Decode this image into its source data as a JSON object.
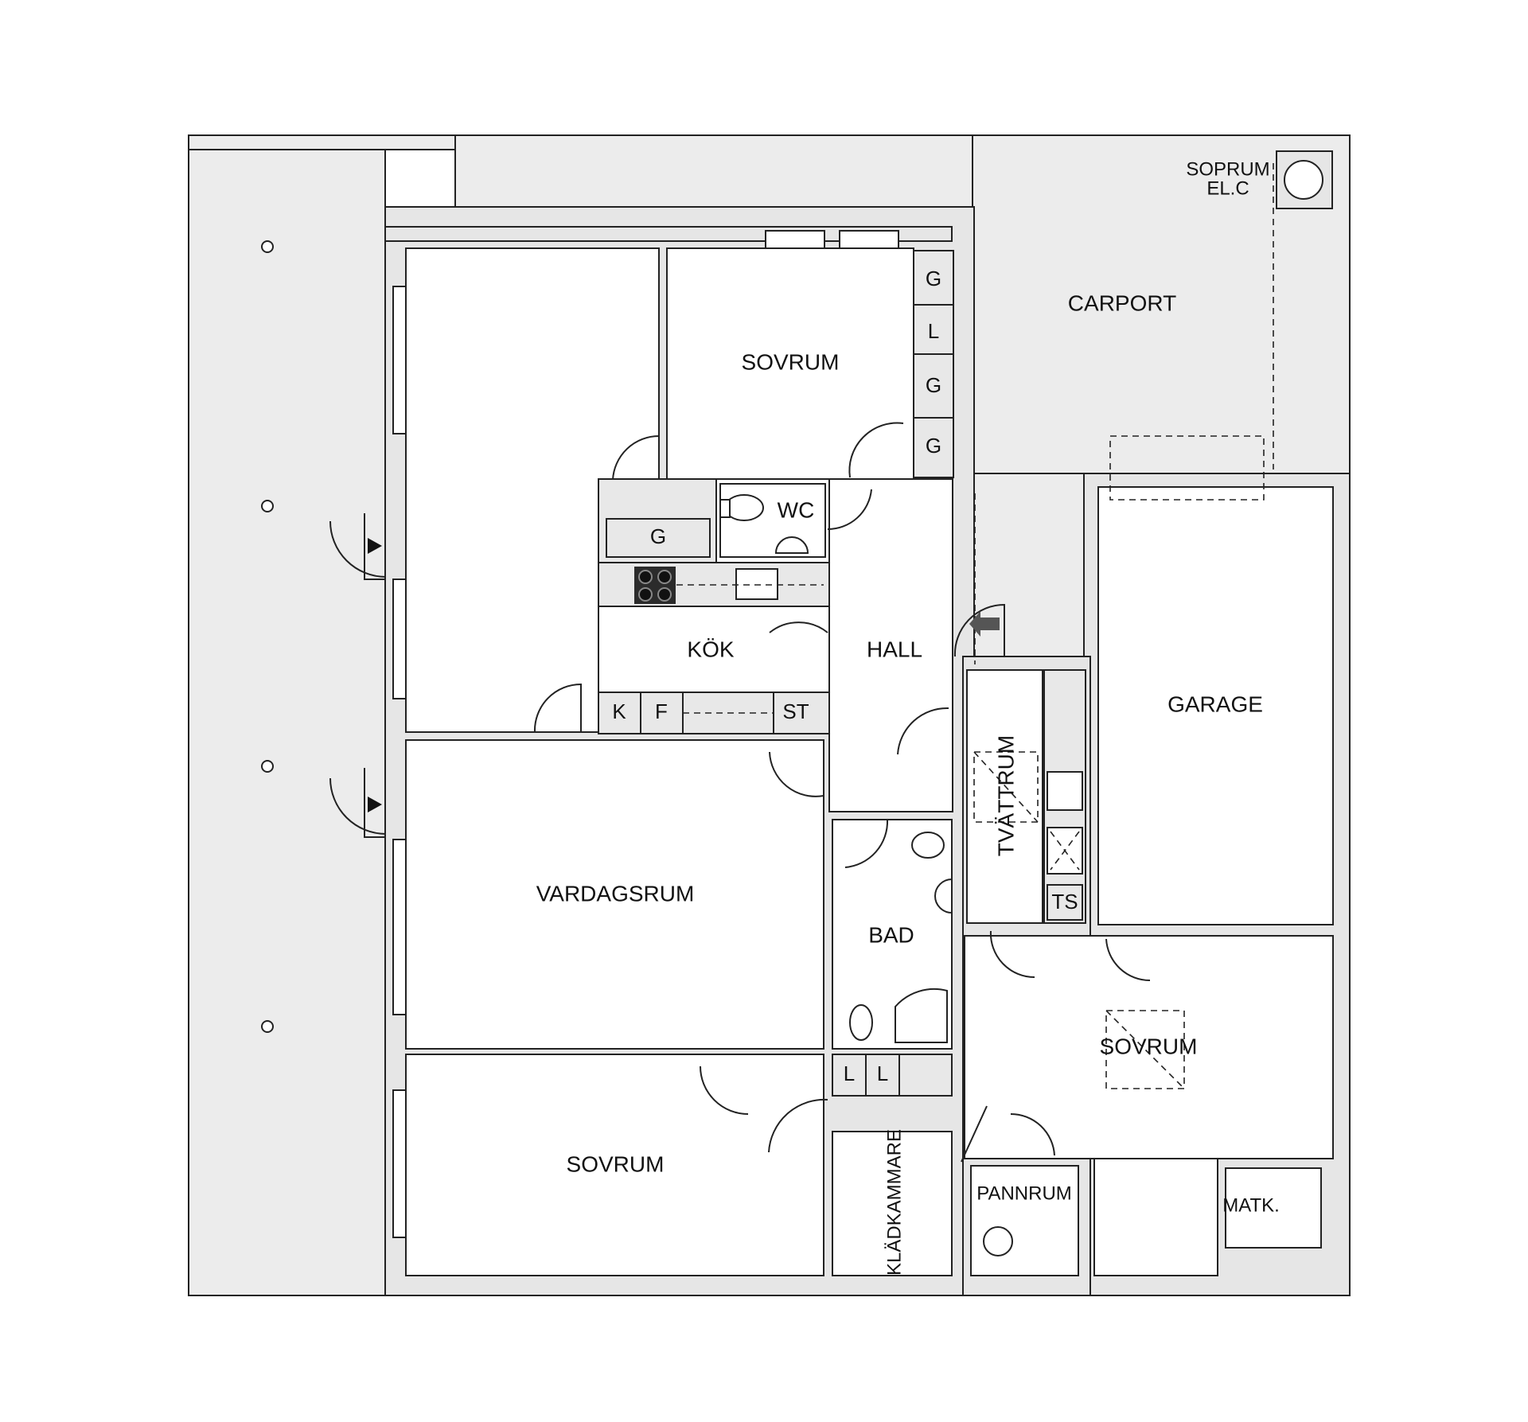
{
  "rooms": {
    "sovrum_top": "SOVRUM",
    "wc": "WC",
    "kok": "KÖK",
    "hall": "HALL",
    "vardagsrum": "VARDAGSRUM",
    "bad": "BAD",
    "sovrum_bottom": "SOVRUM",
    "kladkammare": "KLÄDKAMMARE",
    "tvattrum": "TVÄTTRUM",
    "garage": "GARAGE",
    "carport": "CARPORT",
    "soprum_line1": "SOPRUM",
    "soprum_line2": "EL.C",
    "sovrum_right": "SOVRUM",
    "pannrum": "PANNRUM",
    "matk": "MATK."
  },
  "fixtures": {
    "g1": "G",
    "l1": "L",
    "g2": "G",
    "g3": "G",
    "kitchen_g": "G",
    "k": "K",
    "f": "F",
    "st": "ST",
    "ts": "TS",
    "l_a": "L",
    "l_b": "L"
  },
  "colors": {
    "wall": "#e6e6e6",
    "outdoor": "#ececec",
    "room": "#ffffff",
    "line": "#222222",
    "stove": "#2b2b2b",
    "arrow": "#555555"
  }
}
